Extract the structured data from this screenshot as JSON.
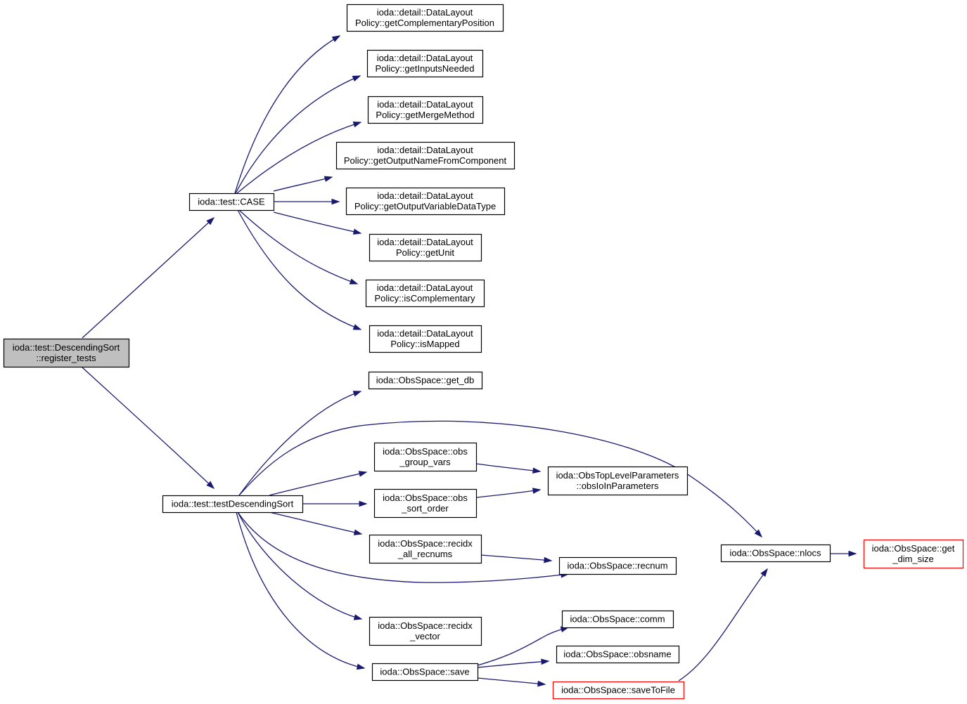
{
  "graph": {
    "title": "",
    "colors": {
      "edge": "#191970",
      "node_border": "#000000",
      "node_fill": "#ffffff",
      "root_fill": "#bfbfbf",
      "truncated_border": "#ff0000"
    },
    "nodes": {
      "root": {
        "lines": [
          "ioda::test::DescendingSort",
          "::register_tests"
        ],
        "style": "root"
      },
      "case": {
        "lines": [
          "ioda::test::CASE"
        ],
        "style": "normal"
      },
      "testsort": {
        "lines": [
          "ioda::test::testDescendingSort"
        ],
        "style": "normal"
      },
      "getcomp": {
        "lines": [
          "ioda::detail::DataLayout",
          "Policy::getComplementaryPosition"
        ],
        "style": "normal"
      },
      "getinputs": {
        "lines": [
          "ioda::detail::DataLayout",
          "Policy::getInputsNeeded"
        ],
        "style": "normal"
      },
      "getmerge": {
        "lines": [
          "ioda::detail::DataLayout",
          "Policy::getMergeMethod"
        ],
        "style": "normal"
      },
      "getoutname": {
        "lines": [
          "ioda::detail::DataLayout",
          "Policy::getOutputNameFromComponent"
        ],
        "style": "normal"
      },
      "getoutvar": {
        "lines": [
          "ioda::detail::DataLayout",
          "Policy::getOutputVariableDataType"
        ],
        "style": "normal"
      },
      "getunit": {
        "lines": [
          "ioda::detail::DataLayout",
          "Policy::getUnit"
        ],
        "style": "normal"
      },
      "iscomp": {
        "lines": [
          "ioda::detail::DataLayout",
          "Policy::isComplementary"
        ],
        "style": "normal"
      },
      "ismapped": {
        "lines": [
          "ioda::detail::DataLayout",
          "Policy::isMapped"
        ],
        "style": "normal"
      },
      "getdb": {
        "lines": [
          "ioda::ObsSpace::get_db"
        ],
        "style": "normal"
      },
      "obsgroup": {
        "lines": [
          "ioda::ObsSpace::obs",
          "_group_vars"
        ],
        "style": "normal"
      },
      "obssort": {
        "lines": [
          "ioda::ObsSpace::obs",
          "_sort_order"
        ],
        "style": "normal"
      },
      "obstop": {
        "lines": [
          "ioda::ObsTopLevelParameters",
          "::obsIoInParameters"
        ],
        "style": "normal"
      },
      "recidxall": {
        "lines": [
          "ioda::ObsSpace::recidx",
          "_all_recnums"
        ],
        "style": "normal"
      },
      "recnum": {
        "lines": [
          "ioda::ObsSpace::recnum"
        ],
        "style": "normal"
      },
      "recidxvec": {
        "lines": [
          "ioda::ObsSpace::recidx",
          "_vector"
        ],
        "style": "normal"
      },
      "save": {
        "lines": [
          "ioda::ObsSpace::save"
        ],
        "style": "normal"
      },
      "comm": {
        "lines": [
          "ioda::ObsSpace::comm"
        ],
        "style": "normal"
      },
      "obsname": {
        "lines": [
          "ioda::ObsSpace::obsname"
        ],
        "style": "normal"
      },
      "savetofile": {
        "lines": [
          "ioda::ObsSpace::saveToFile"
        ],
        "style": "truncated"
      },
      "nlocs": {
        "lines": [
          "ioda::ObsSpace::nlocs"
        ],
        "style": "normal"
      },
      "getdim": {
        "lines": [
          "ioda::ObsSpace::get",
          "_dim_size"
        ],
        "style": "truncated"
      }
    },
    "edges": [
      [
        "root",
        "case"
      ],
      [
        "root",
        "testsort"
      ],
      [
        "case",
        "getcomp"
      ],
      [
        "case",
        "getinputs"
      ],
      [
        "case",
        "getmerge"
      ],
      [
        "case",
        "getoutname"
      ],
      [
        "case",
        "getoutvar"
      ],
      [
        "case",
        "getunit"
      ],
      [
        "case",
        "iscomp"
      ],
      [
        "case",
        "ismapped"
      ],
      [
        "testsort",
        "getdb"
      ],
      [
        "testsort",
        "nlocs"
      ],
      [
        "testsort",
        "obsgroup"
      ],
      [
        "testsort",
        "obssort"
      ],
      [
        "testsort",
        "recidxall"
      ],
      [
        "testsort",
        "recnum"
      ],
      [
        "testsort",
        "recidxvec"
      ],
      [
        "testsort",
        "save"
      ],
      [
        "obsgroup",
        "obstop"
      ],
      [
        "obssort",
        "obstop"
      ],
      [
        "recidxall",
        "recnum"
      ],
      [
        "save",
        "comm"
      ],
      [
        "save",
        "obsname"
      ],
      [
        "save",
        "savetofile"
      ],
      [
        "savetofile",
        "nlocs"
      ],
      [
        "nlocs",
        "getdim"
      ]
    ]
  }
}
